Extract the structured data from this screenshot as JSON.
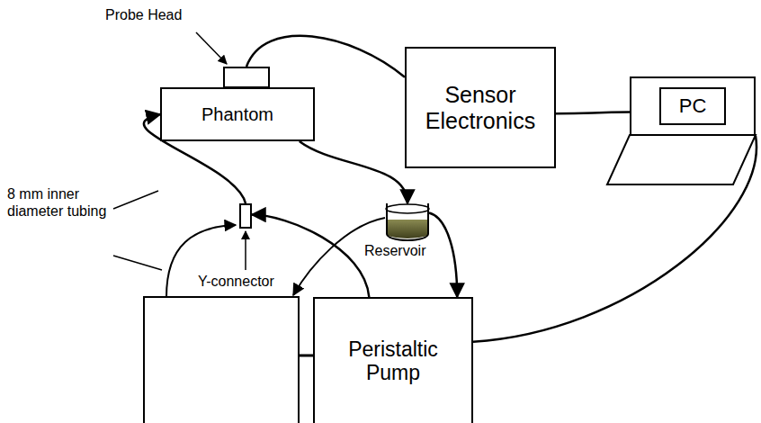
{
  "diagram": {
    "nodes": [
      {
        "text": [
          "Probe Head"
        ]
      },
      {
        "text": [
          "Phantom"
        ]
      },
      {
        "text": [
          "Sensor Electronics"
        ]
      },
      {
        "text": [
          "PC"
        ]
      },
      {
        "text": [
          "Y-connector"
        ]
      },
      {
        "text": [
          "Reservoir"
        ]
      },
      {
        "text": [
          "Peristaltic Pump"
        ]
      }
    ],
    "edges": [
      {
        "from": 0,
        "to": 2,
        "arrow": "none"
      },
      {
        "from": 2,
        "to": 3,
        "arrow": "none"
      },
      {
        "from": 3,
        "to": 6,
        "arrow": "none"
      },
      {
        "from": 1,
        "to": 5,
        "arrow": "to"
      },
      {
        "from": 5,
        "to": 6,
        "arrow": "to"
      },
      {
        "from": 6,
        "to": 4,
        "arrow": "to"
      },
      {
        "from": 4,
        "to": 1,
        "arrow": "to"
      }
    ],
    "labels": [
      "8 mm inner diameter tubing"
    ]
  }
}
